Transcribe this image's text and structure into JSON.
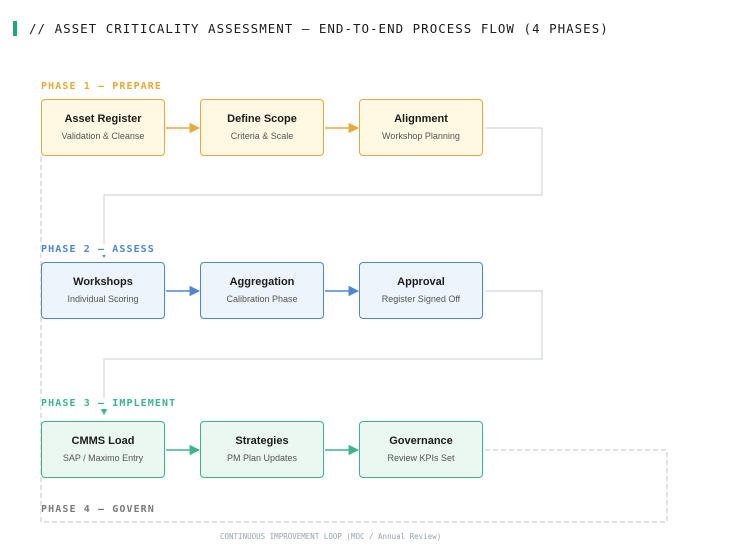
{
  "title": "// ASSET CRITICALITY ASSESSMENT — END-TO-END PROCESS FLOW (4 PHASES)",
  "colors": {
    "accent": "#1fa67a",
    "phase1": "#e6a93a",
    "phase2": "#4d86d3",
    "phase3": "#3db489",
    "phase4": "#7a7a7a",
    "connector": "#c9cfd6"
  },
  "phases": [
    {
      "label": "PHASE 1 — PREPARE",
      "steps": [
        {
          "name": "Asset Register",
          "sub": "Validation & Cleanse"
        },
        {
          "name": "Define Scope",
          "sub": "Criteria & Scale"
        },
        {
          "name": "Alignment",
          "sub": "Workshop Planning"
        }
      ]
    },
    {
      "label": "PHASE 2 — ASSESS",
      "steps": [
        {
          "name": "Workshops",
          "sub": "Individual Scoring"
        },
        {
          "name": "Aggregation",
          "sub": "Calibration Phase"
        },
        {
          "name": "Approval",
          "sub": "Register Signed Off"
        }
      ]
    },
    {
      "label": "PHASE 3 — IMPLEMENT",
      "steps": [
        {
          "name": "CMMS Load",
          "sub": "SAP / Maximo Entry"
        },
        {
          "name": "Strategies",
          "sub": "PM Plan Updates"
        },
        {
          "name": "Governance",
          "sub": "Review KPIs Set"
        }
      ]
    },
    {
      "label": "PHASE 4 — GOVERN",
      "loop_caption": "CONTINUOUS IMPROVEMENT LOOP (MOC / Annual Review)"
    }
  ]
}
